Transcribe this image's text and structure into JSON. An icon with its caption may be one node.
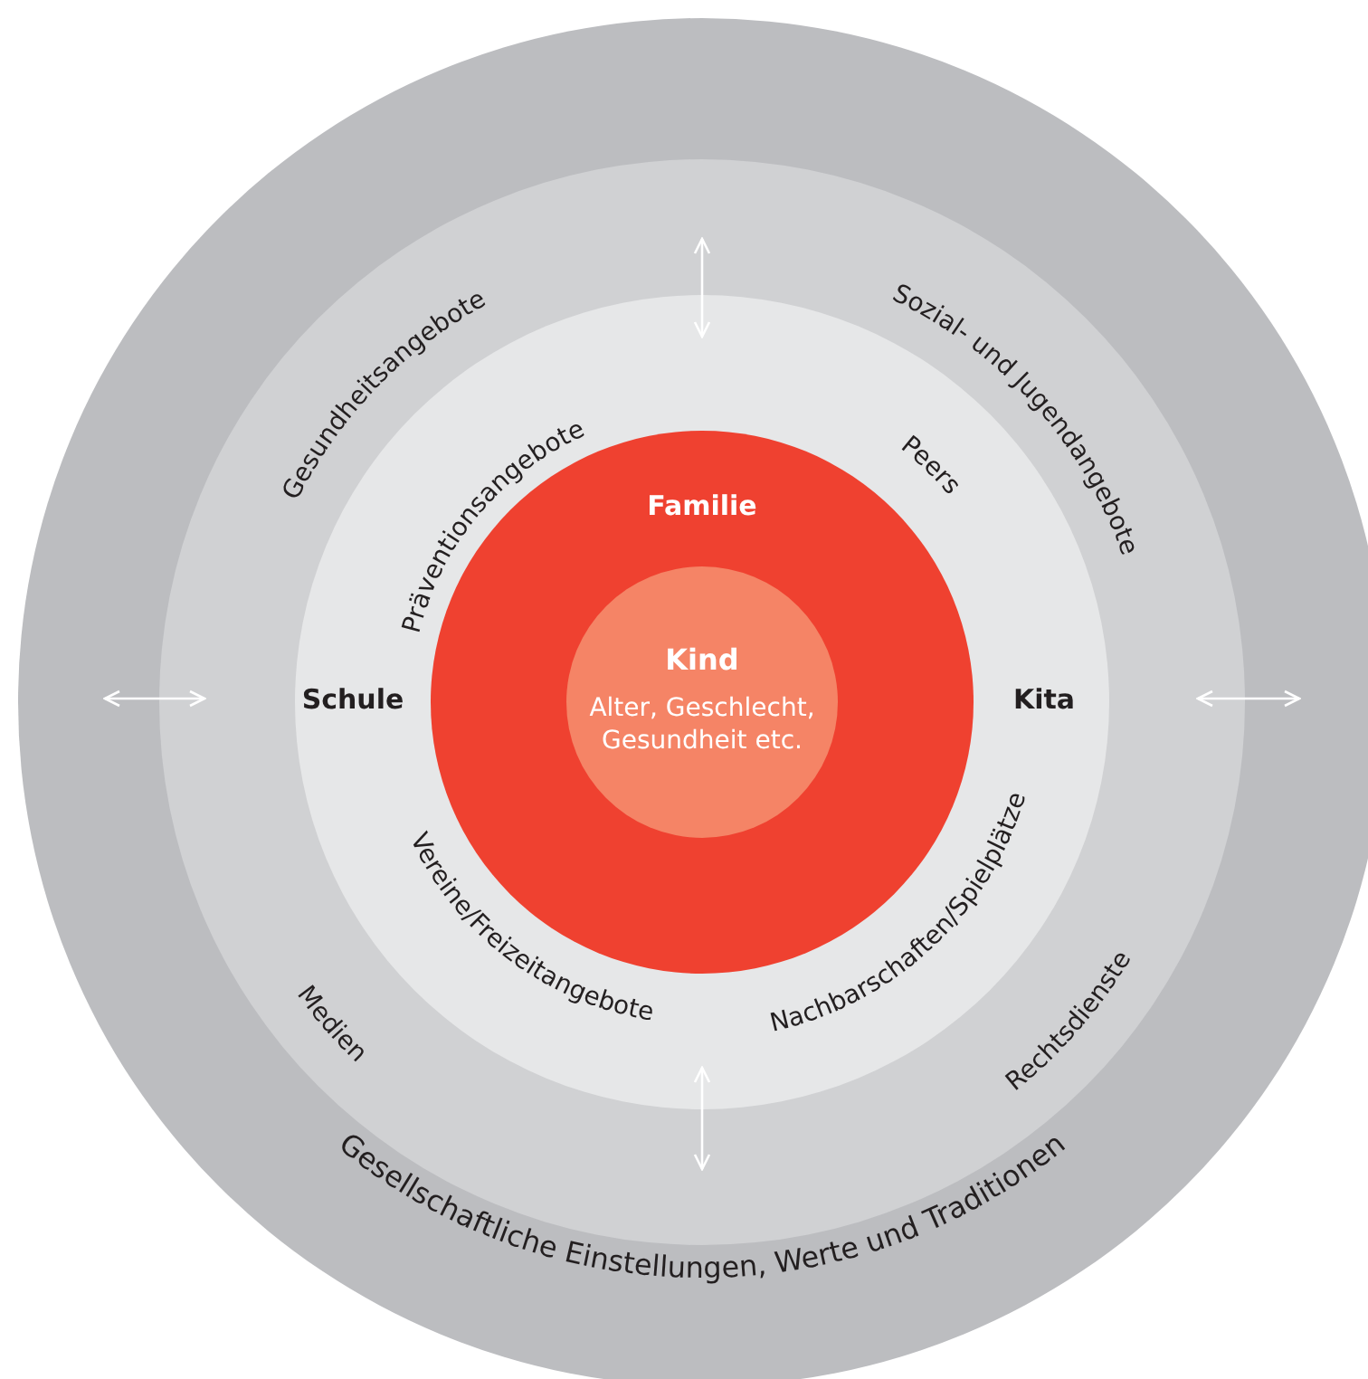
{
  "diagram": {
    "nodes": [
      {
        "text": [],
        "shape": "circle"
      },
      {
        "text": [],
        "shape": "circle",
        "in": 0
      },
      {
        "text": [],
        "shape": "circle",
        "in": 1
      },
      {
        "text": [
          "Familie"
        ],
        "in": 2
      },
      {
        "text": [
          "Kind",
          "Alter, Geschlecht, Gesundheit etc."
        ],
        "in": 3
      }
    ],
    "labels": [
      "Gesundheitsangebote",
      "Sozial- und Jugendangebote",
      "Präventionsangebote",
      "Peers",
      "Schule",
      "Kita",
      "Vereine/Freizeitangebote",
      "Nachbarschaften/Spielplätze",
      "Medien",
      "Rechtsdienste",
      "Gesellschaftliche Einstellungen, Werte und Traditionen"
    ]
  }
}
